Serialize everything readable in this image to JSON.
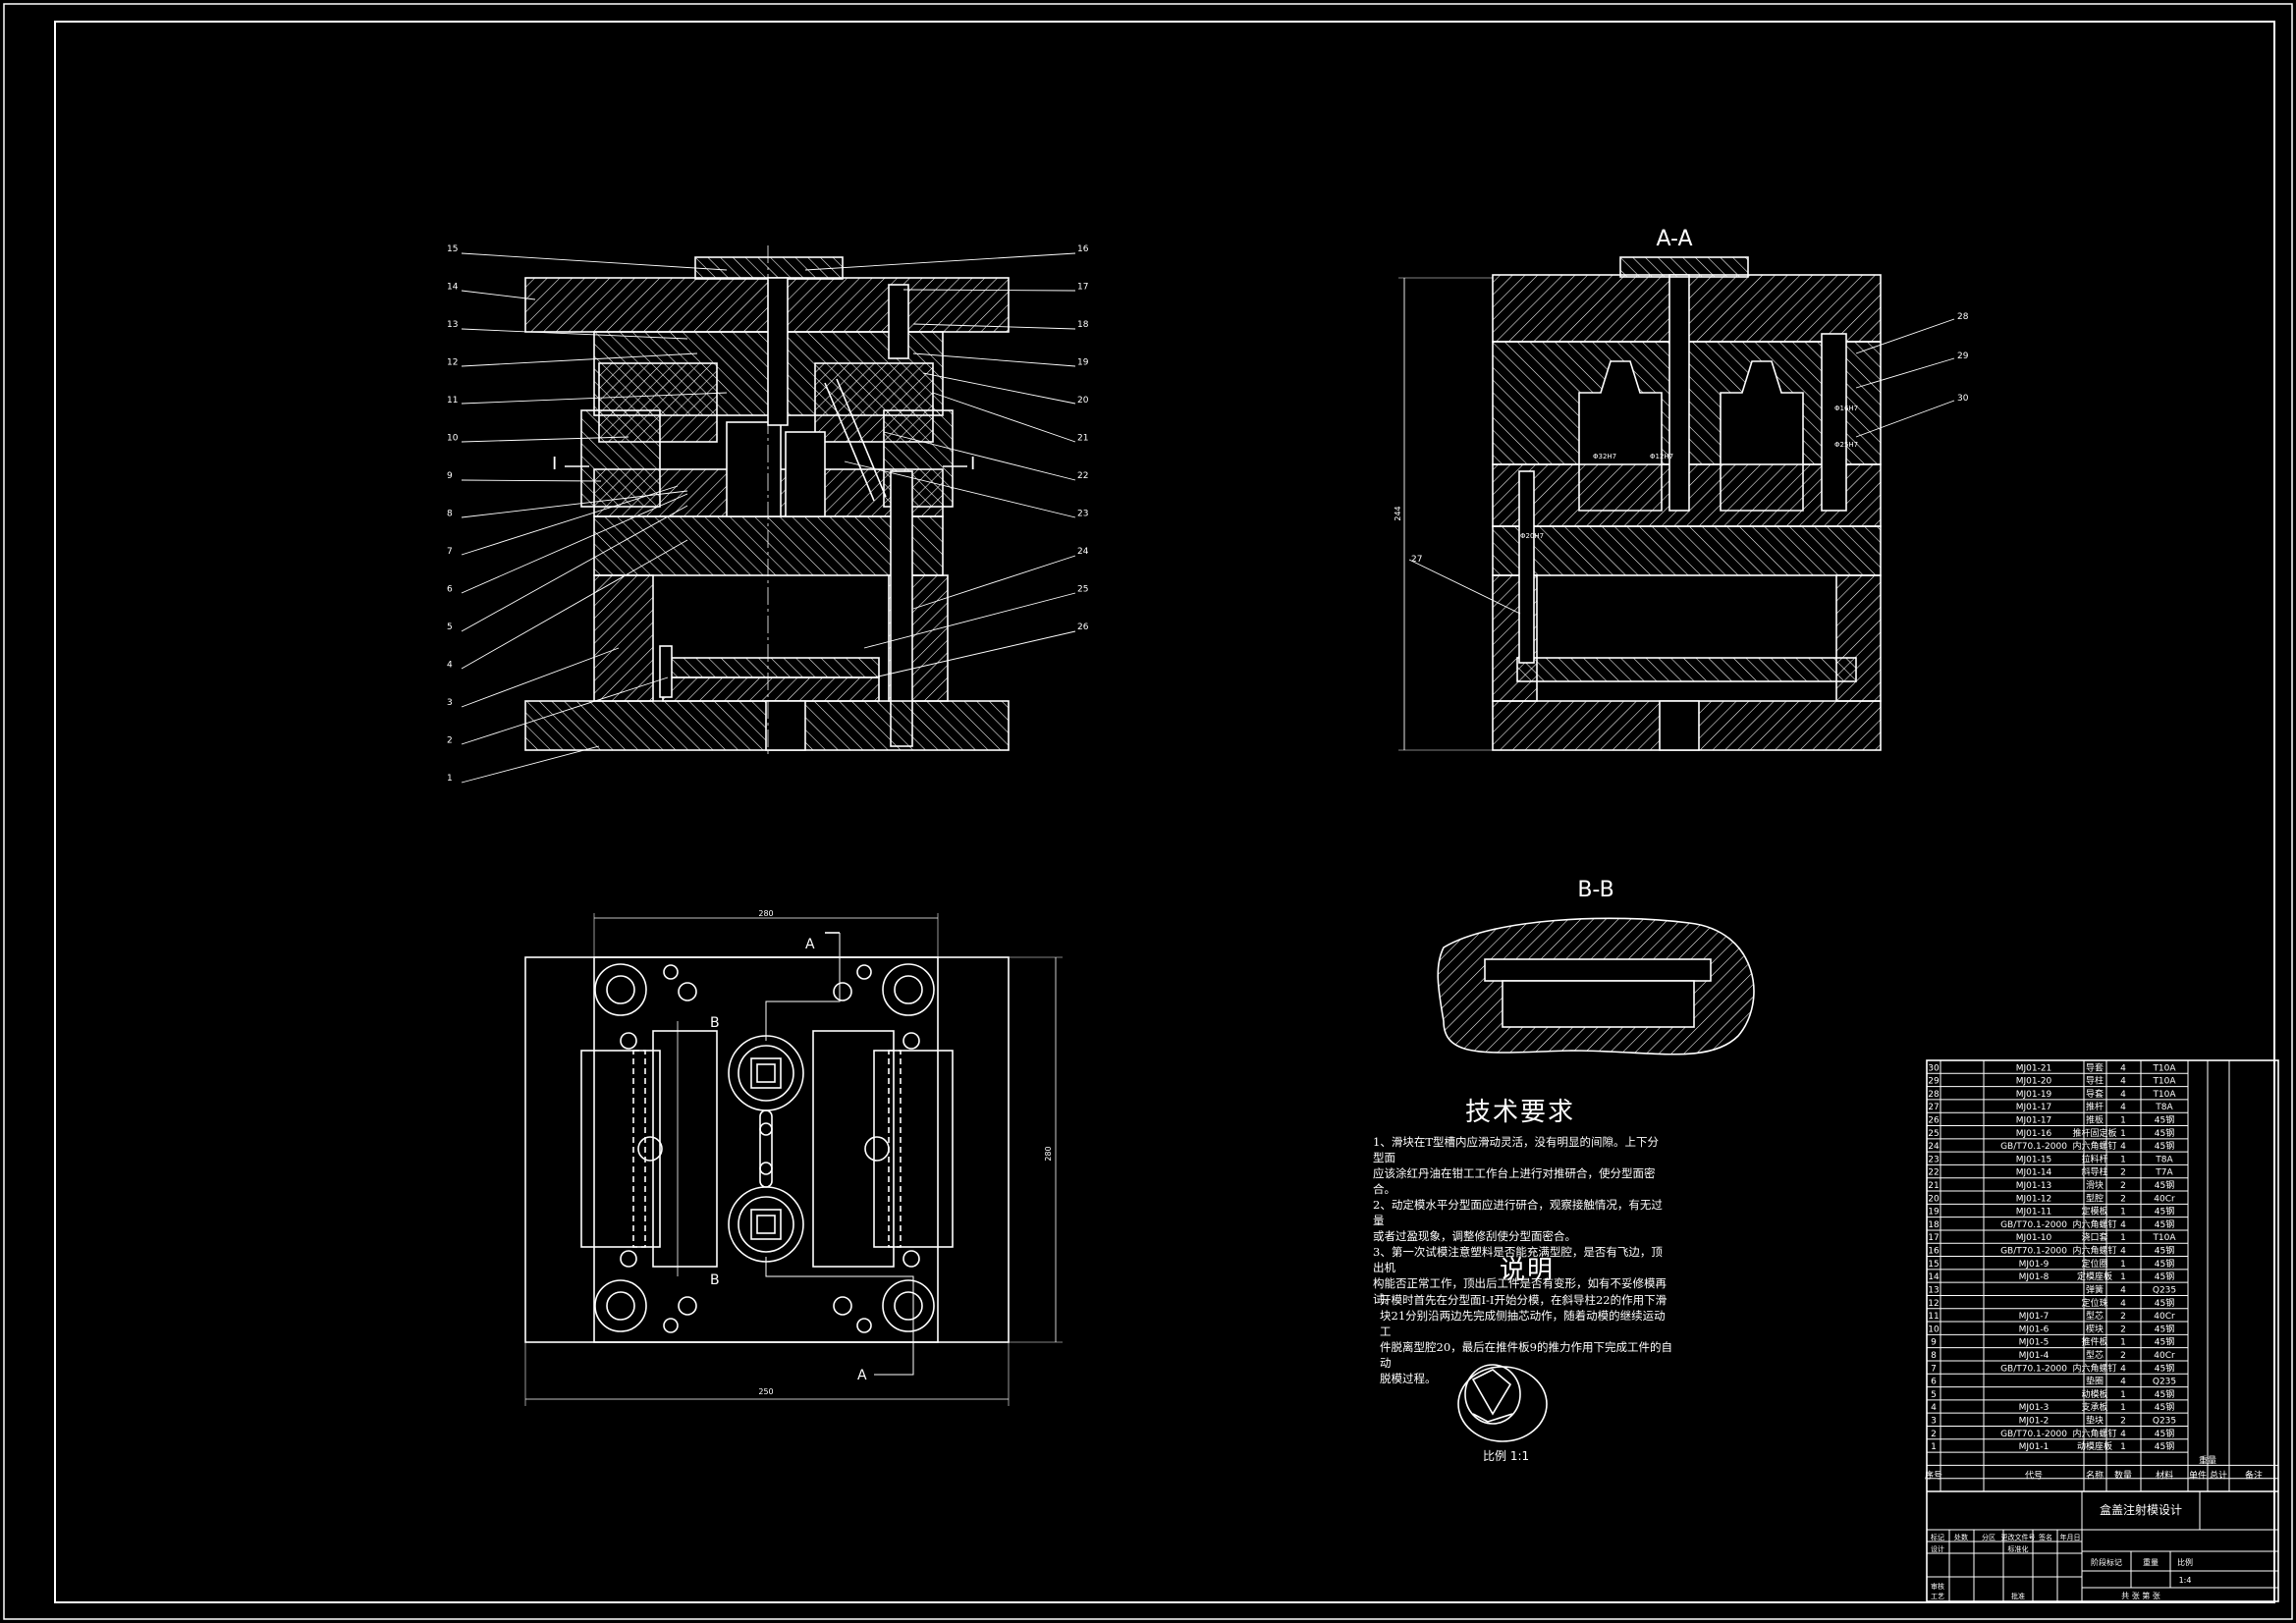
{
  "drawing": {
    "section_aa": "A-A",
    "section_bb": "B-B",
    "section_mark_i": "I",
    "section_mark_a": "A",
    "section_mark_b": "B",
    "scale_label": "比例  1:1"
  },
  "dims": {
    "width_top": "280",
    "width_bottom": "250",
    "height_right": "280",
    "height_aa": "244",
    "d1": "Φ32H7",
    "d2": "Φ12H7",
    "d3": "Φ20H7",
    "d4": "Φ16H7",
    "d5": "Φ25H7"
  },
  "leaders_left": [
    "15",
    "14",
    "13",
    "12",
    "11",
    "10",
    "9",
    "8",
    "7",
    "6",
    "5",
    "4",
    "3",
    "2",
    "1"
  ],
  "leaders_right": [
    "16",
    "17",
    "18",
    "19",
    "20",
    "21",
    "22",
    "23",
    "24",
    "25",
    "26"
  ],
  "leaders_aa": [
    "28",
    "29",
    "30",
    "27"
  ],
  "tech": {
    "title": "技术要求",
    "lines": [
      "1、滑块在T型槽内应滑动灵活，没有明显的间隙。上下分型面",
      "应该涂红丹油在钳工工作台上进行对推研合，使分型面密合。",
      "2、动定模水平分型面应进行研合，观察接触情况，有无过量",
      "或者过盈现象，调整修刮使分型面密合。",
      "3、第一次试模注意塑料是否能充满型腔，是否有飞边，顶出机",
      "构能否正常工作，顶出后工件是否有变形，如有不妥修模再试。"
    ]
  },
  "note": {
    "title": "说明",
    "lines": [
      "开模时首先在分型面Ⅰ-Ⅰ开始分模，在斜导柱22的作用下滑",
      "块21分别沿两边先完成侧抽芯动作，随着动模的继续运动工",
      "件脱离型腔20，最后在推件板9的推力作用下完成工件的自动",
      "脱模过程。"
    ]
  },
  "bom": {
    "rows": [
      [
        "30",
        "MJ01-21",
        "导套",
        "4",
        "T10A"
      ],
      [
        "29",
        "MJ01-20",
        "导柱",
        "4",
        "T10A"
      ],
      [
        "28",
        "MJ01-19",
        "导套",
        "4",
        "T10A"
      ],
      [
        "27",
        "MJ01-17",
        "推杆",
        "4",
        "T8A"
      ],
      [
        "26",
        "MJ01-17",
        "推板",
        "1",
        "45钢"
      ],
      [
        "25",
        "MJ01-16",
        "推杆固定板",
        "1",
        "45钢"
      ],
      [
        "24",
        "GB/T70.1-2000",
        "内六角螺钉",
        "4",
        "45钢"
      ],
      [
        "23",
        "MJ01-15",
        "拉料杆",
        "1",
        "T8A"
      ],
      [
        "22",
        "MJ01-14",
        "斜导柱",
        "2",
        "T7A"
      ],
      [
        "21",
        "MJ01-13",
        "滑块",
        "2",
        "45钢"
      ],
      [
        "20",
        "MJ01-12",
        "型腔",
        "2",
        "40Cr"
      ],
      [
        "19",
        "MJ01-11",
        "定模板",
        "1",
        "45钢"
      ],
      [
        "18",
        "GB/T70.1-2000",
        "内六角螺钉",
        "4",
        "45钢"
      ],
      [
        "17",
        "MJ01-10",
        "浇口套",
        "1",
        "T10A"
      ],
      [
        "16",
        "GB/T70.1-2000",
        "内六角螺钉",
        "4",
        "45钢"
      ],
      [
        "15",
        "MJ01-9",
        "定位圈",
        "1",
        "45钢"
      ],
      [
        "14",
        "MJ01-8",
        "定模座板",
        "1",
        "45钢"
      ],
      [
        "13",
        "",
        "弹簧",
        "4",
        "Q235"
      ],
      [
        "12",
        "",
        "定位珠",
        "4",
        "45钢"
      ],
      [
        "11",
        "MJ01-7",
        "型芯",
        "2",
        "40Cr"
      ],
      [
        "10",
        "MJ01-6",
        "楔块",
        "2",
        "45钢"
      ],
      [
        "9",
        "MJ01-5",
        "推件板",
        "1",
        "45钢"
      ],
      [
        "8",
        "MJ01-4",
        "型芯",
        "2",
        "40Cr"
      ],
      [
        "7",
        "GB/T70.1-2000",
        "内六角螺钉",
        "4",
        "45钢"
      ],
      [
        "6",
        "",
        "垫圈",
        "4",
        "Q235"
      ],
      [
        "5",
        "",
        "动模板",
        "1",
        "45钢"
      ],
      [
        "4",
        "MJ01-3",
        "支承板",
        "1",
        "45钢"
      ],
      [
        "3",
        "MJ01-2",
        "垫块",
        "2",
        "Q235"
      ],
      [
        "2",
        "GB/T70.1-2000",
        "内六角螺钉",
        "4",
        "45钢"
      ],
      [
        "1",
        "MJ01-1",
        "动模座板",
        "1",
        "45钢"
      ]
    ],
    "header": [
      "序号",
      "代号",
      "名称",
      "数量",
      "材料",
      "单件",
      "总计",
      "备注"
    ],
    "header_weight": "重量",
    "title_cell": "盒盖注射模设计",
    "tb_row1": [
      "标记",
      "处数",
      "分区",
      "更改文件号",
      "签名",
      "年月日"
    ],
    "tb_row2": [
      "设计",
      "标准化"
    ],
    "tb_stage": "阶段标记",
    "tb_weight": "重量",
    "tb_scale": "比例",
    "tb_scale_val": "1:4",
    "tb_review": "审核",
    "tb_process": "工艺",
    "tb_approve": "批准",
    "tb_sheets": "共 张 第 张"
  }
}
